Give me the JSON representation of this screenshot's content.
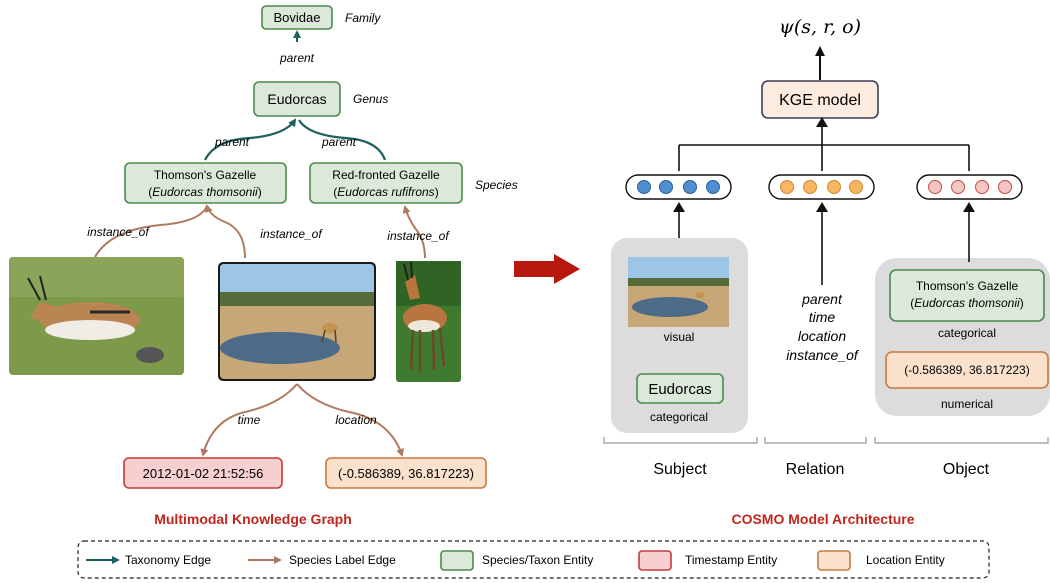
{
  "colors": {
    "taxonomy_edge": "#1e5f5f",
    "species_edge": "#b07a60",
    "taxon_fill": "#dce9da",
    "taxon_stroke": "#4a8a4a",
    "time_fill": "#f6cfcf",
    "time_stroke": "#c53b3b",
    "loc_fill": "#f9e1cc",
    "loc_stroke": "#c77a3f",
    "title_red": "#c0261d",
    "dot_blue": "#4f8fd0",
    "dot_orange": "#f7b661",
    "dot_pink": "#f3c6c3"
  },
  "graph": {
    "family_node": "Bovidae",
    "family_label": "Family",
    "genus_node": "Eudorcas",
    "genus_label": "Genus",
    "species_label": "Species",
    "thomson_name": "Thomson's Gazelle",
    "thomson_sci": "Eudorcas thomsonii",
    "redfronted_name": "Red-fronted Gazelle",
    "redfronted_sci": "Eudorcas rufifrons",
    "edge_parent_top": "parent",
    "edge_parent_left": "parent",
    "edge_parent_right": "parent",
    "edge_instance_left": "instance_of",
    "edge_instance_mid": "instance_of",
    "edge_instance_right": "instance_of",
    "edge_time": "time",
    "edge_location": "location",
    "timestamp_value": "2012-01-02 21:52:56",
    "location_value": "(-0.586389, 36.817223)",
    "title": "Multimodal Knowledge Graph"
  },
  "model": {
    "score_function": "ψ(s, r, o)",
    "kge_label": "KGE model",
    "subject_visual": "visual",
    "subject_node": "Eudorcas",
    "subject_categorical": "categorical",
    "relation_items": [
      "parent",
      "time",
      "location",
      "instance_of"
    ],
    "object_name": "Thomson's Gazelle",
    "object_sci": "Eudorcas thomsonii",
    "object_categorical": "categorical",
    "object_location": "(-0.586389, 36.817223)",
    "object_numerical": "numerical",
    "col_subject": "Subject",
    "col_relation": "Relation",
    "col_object": "Object",
    "title": "COSMO Model Architecture"
  },
  "legend": {
    "taxonomy_edge": "Taxonomy Edge",
    "species_edge": "Species Label Edge",
    "taxon_entity": "Species/Taxon Entity",
    "timestamp_entity": "Timestamp Entity",
    "location_entity": "Location Entity"
  }
}
